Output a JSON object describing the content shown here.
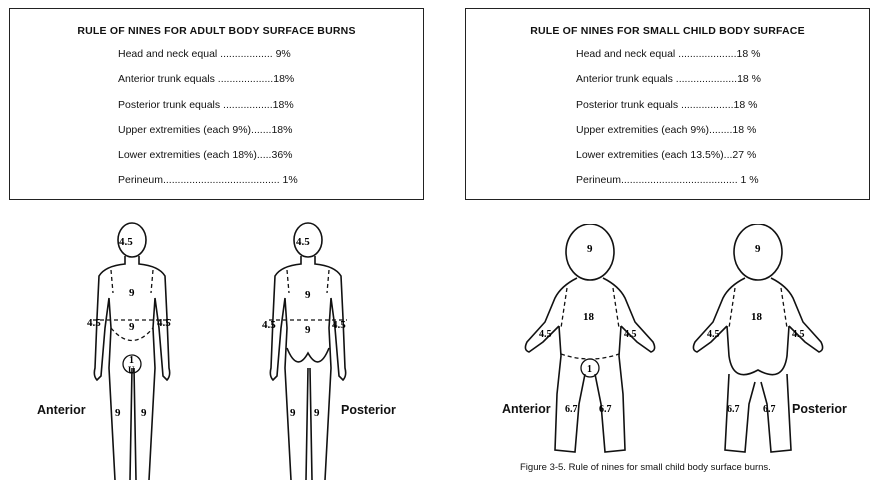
{
  "adult": {
    "title": "RULE OF NINES FOR ADULT BODY SURFACE BURNS",
    "rows": [
      {
        "text": "Head and neck equal .................. 9%"
      },
      {
        "text": "Anterior trunk equals ...................18%"
      },
      {
        "text": "Posterior trunk equals .................18%"
      },
      {
        "text": "Upper extremities (each 9%).......18%"
      },
      {
        "text": "Lower extremities (each 18%).....36%"
      },
      {
        "text": "Perineum........................................ 1%"
      }
    ],
    "anterior_label": "Anterior",
    "posterior_label": "Posterior",
    "front_values": {
      "head": "4.5",
      "chest": "9",
      "abdomen": "9",
      "left_arm": "4.5",
      "right_arm": "4.5",
      "perineum": "1",
      "perineum_sub": "U",
      "left_leg": "9",
      "right_leg": "9"
    },
    "back_values": {
      "head": "4.5",
      "upper_back": "9",
      "lower_back": "9",
      "left_arm": "4.5",
      "right_arm": "4.5",
      "left_leg": "9",
      "right_leg": "9"
    }
  },
  "child": {
    "title": "RULE OF NINES FOR SMALL CHILD BODY SURFACE",
    "rows": [
      {
        "text": "Head and neck equal ....................18 %"
      },
      {
        "text": "Anterior trunk equals .....................18 %"
      },
      {
        "text": "Posterior trunk equals ..................18 %"
      },
      {
        "text": "Upper extremities (each 9%)........18 %"
      },
      {
        "text": "Lower extremities (each 13.5%)...27 %"
      },
      {
        "text": "Perineum........................................ 1 %"
      }
    ],
    "anterior_label": "Anterior",
    "posterior_label": "Posterior",
    "front_values": {
      "head": "9",
      "trunk": "18",
      "left_arm": "4.5",
      "right_arm": "4.5",
      "perineum": "1",
      "left_leg": "6.7",
      "right_leg": "6.7"
    },
    "back_values": {
      "head": "9",
      "trunk": "18",
      "left_arm": "4.5",
      "right_arm": "4.5",
      "left_leg": "6.7",
      "right_leg": "6.7"
    },
    "caption": "Figure 3-5.  Rule of nines for small child body surface burns."
  }
}
